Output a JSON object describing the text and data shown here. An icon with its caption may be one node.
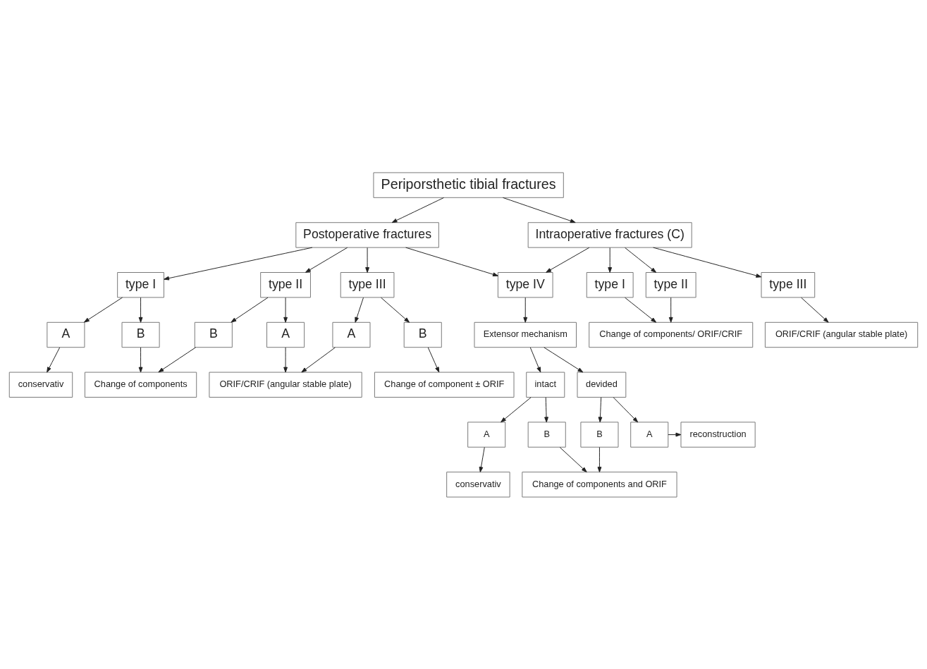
{
  "diagram": {
    "nodes": [
      {
        "text": [
          "Periporsthetic tibial fractures"
        ]
      },
      {
        "text": [
          "Postoperative fractures"
        ]
      },
      {
        "text": [
          "Intraoperative fractures (C)"
        ]
      },
      {
        "text": [
          "type I"
        ]
      },
      {
        "text": [
          "type II"
        ]
      },
      {
        "text": [
          "type III"
        ]
      },
      {
        "text": [
          "type IV"
        ]
      },
      {
        "text": [
          "type I"
        ]
      },
      {
        "text": [
          "type II"
        ]
      },
      {
        "text": [
          "type III"
        ]
      },
      {
        "text": [
          "A"
        ]
      },
      {
        "text": [
          "B"
        ]
      },
      {
        "text": [
          "B"
        ]
      },
      {
        "text": [
          "A"
        ]
      },
      {
        "text": [
          "A"
        ]
      },
      {
        "text": [
          "B"
        ]
      },
      {
        "text": [
          "Change of components"
        ]
      },
      {
        "text": [
          "ORIF/CRIF (angular stable plate)"
        ]
      },
      {
        "text": [
          "Extensor mechanism"
        ]
      },
      {
        "text": [
          "Change of components/ ORIF/CRIF"
        ]
      },
      {
        "text": [
          "ORIF/CRIF (angular stable plate)"
        ]
      },
      {
        "text": [
          "conservativ"
        ]
      },
      {
        "text": [
          "Change of component ± ORIF"
        ]
      },
      {
        "text": [
          "intact"
        ]
      },
      {
        "text": [
          "devided"
        ]
      },
      {
        "text": [
          "A"
        ]
      },
      {
        "text": [
          "B"
        ]
      },
      {
        "text": [
          "B"
        ]
      },
      {
        "text": [
          "A"
        ]
      },
      {
        "text": [
          "reconstruction"
        ]
      },
      {
        "text": [
          "conservativ"
        ]
      },
      {
        "text": [
          "Change of components and ORIF"
        ]
      }
    ],
    "edges": [
      {
        "from": 0,
        "to": 1,
        "arrow": "to"
      },
      {
        "from": 0,
        "to": 2,
        "arrow": "to"
      },
      {
        "from": 1,
        "to": 3,
        "arrow": "to"
      },
      {
        "from": 1,
        "to": 4,
        "arrow": "to"
      },
      {
        "from": 1,
        "to": 5,
        "arrow": "to"
      },
      {
        "from": 1,
        "to": 6,
        "arrow": "to"
      },
      {
        "from": 2,
        "to": 6,
        "arrow": "to"
      },
      {
        "from": 2,
        "to": 7,
        "arrow": "to"
      },
      {
        "from": 2,
        "to": 8,
        "arrow": "to"
      },
      {
        "from": 2,
        "to": 9,
        "arrow": "to"
      },
      {
        "from": 3,
        "to": 10,
        "arrow": "to"
      },
      {
        "from": 3,
        "to": 11,
        "arrow": "to"
      },
      {
        "from": 4,
        "to": 12,
        "arrow": "to"
      },
      {
        "from": 4,
        "to": 13,
        "arrow": "to"
      },
      {
        "from": 5,
        "to": 14,
        "arrow": "to"
      },
      {
        "from": 5,
        "to": 15,
        "arrow": "to"
      },
      {
        "from": 11,
        "to": 16,
        "arrow": "to"
      },
      {
        "from": 12,
        "to": 16,
        "arrow": "to"
      },
      {
        "from": 13,
        "to": 17,
        "arrow": "to"
      },
      {
        "from": 14,
        "to": 17,
        "arrow": "to"
      },
      {
        "from": 10,
        "to": 21,
        "arrow": "to"
      },
      {
        "from": 15,
        "to": 22,
        "arrow": "to"
      },
      {
        "from": 6,
        "to": 18,
        "arrow": "to"
      },
      {
        "from": 7,
        "to": 19,
        "arrow": "to"
      },
      {
        "from": 8,
        "to": 19,
        "arrow": "to"
      },
      {
        "from": 9,
        "to": 20,
        "arrow": "to"
      },
      {
        "from": 18,
        "to": 23,
        "arrow": "to"
      },
      {
        "from": 18,
        "to": 24,
        "arrow": "to"
      },
      {
        "from": 23,
        "to": 25,
        "arrow": "to"
      },
      {
        "from": 23,
        "to": 26,
        "arrow": "to"
      },
      {
        "from": 24,
        "to": 27,
        "arrow": "to"
      },
      {
        "from": 24,
        "to": 28,
        "arrow": "to"
      },
      {
        "from": 28,
        "to": 29,
        "arrow": "to"
      },
      {
        "from": 25,
        "to": 30,
        "arrow": "to"
      },
      {
        "from": 26,
        "to": 31,
        "arrow": "to"
      },
      {
        "from": 27,
        "to": 31,
        "arrow": "to"
      }
    ]
  }
}
